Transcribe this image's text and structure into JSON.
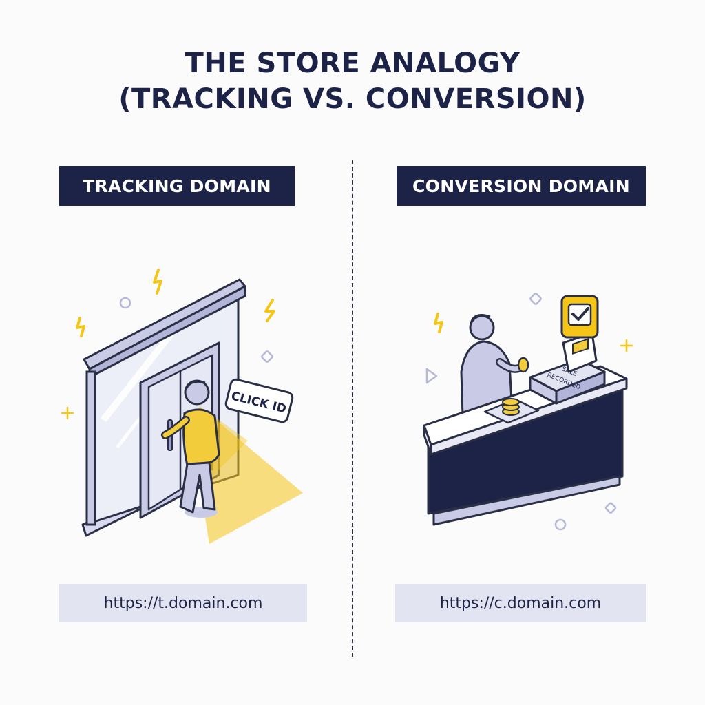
{
  "title": {
    "line1": "THE STORE ANALOGY",
    "line2": "(TRACKING VS. CONVERSION)"
  },
  "left_panel": {
    "label": "TRACKING DOMAIN",
    "sign_text": "CLICK ID",
    "url": "https://t.domain.com"
  },
  "right_panel": {
    "label": "CONVERSION DOMAIN",
    "register_text_line1": "SALE",
    "register_text_line2": "RECORDED",
    "url": "https://c.domain.com"
  },
  "colors": {
    "navy": "#1c2347",
    "accent_yellow": "#f5c518",
    "lavender": "#c9cbe6",
    "url_bar": "#e3e4f1"
  }
}
